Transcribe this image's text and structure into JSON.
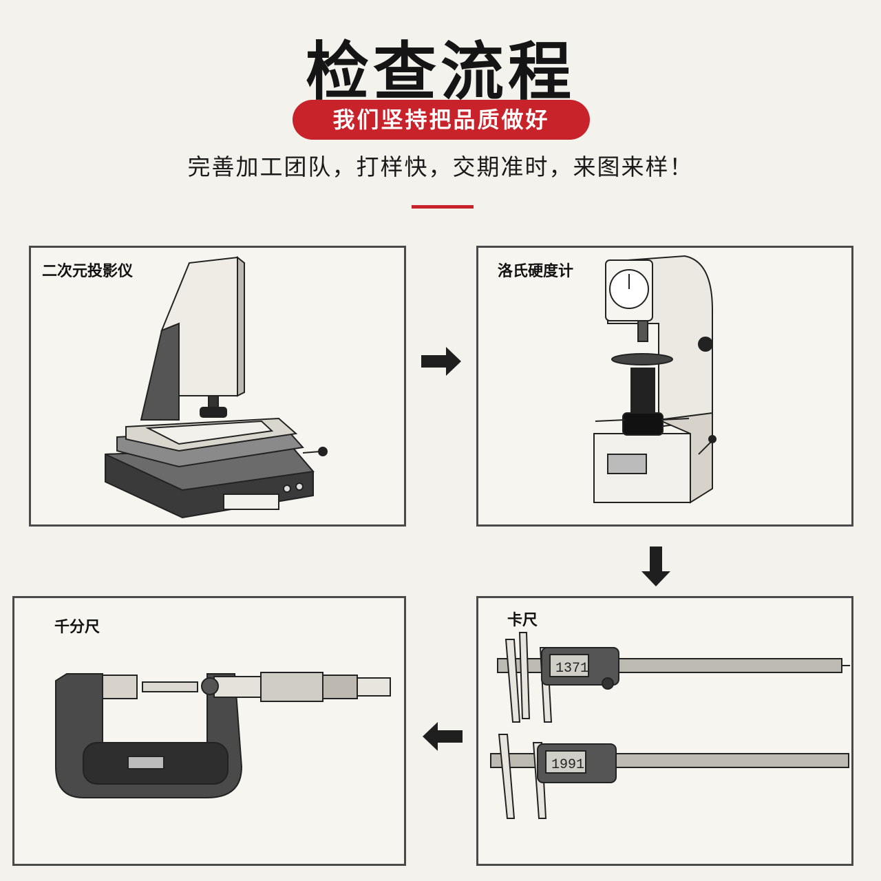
{
  "header": {
    "title": "检查流程",
    "slogan": "我们坚持把品质做好",
    "subtitle": "完善加工团队，打样快，交期准时，来图来样！"
  },
  "steps": [
    {
      "label": "二次元投影仪",
      "icon": "vision-measuring-machine-illustration"
    },
    {
      "label": "洛氏硬度计",
      "icon": "rockwell-hardness-tester-illustration"
    },
    {
      "label": "卡尺",
      "icon": "digital-caliper-illustration"
    },
    {
      "label": "千分尺",
      "icon": "micrometer-illustration"
    }
  ],
  "caliper": {
    "readout_top": "1371",
    "readout_bottom": "1991"
  },
  "colors": {
    "accent": "#c8232a",
    "panel_border": "#4a4a4a",
    "background": "#f4f2ec"
  }
}
